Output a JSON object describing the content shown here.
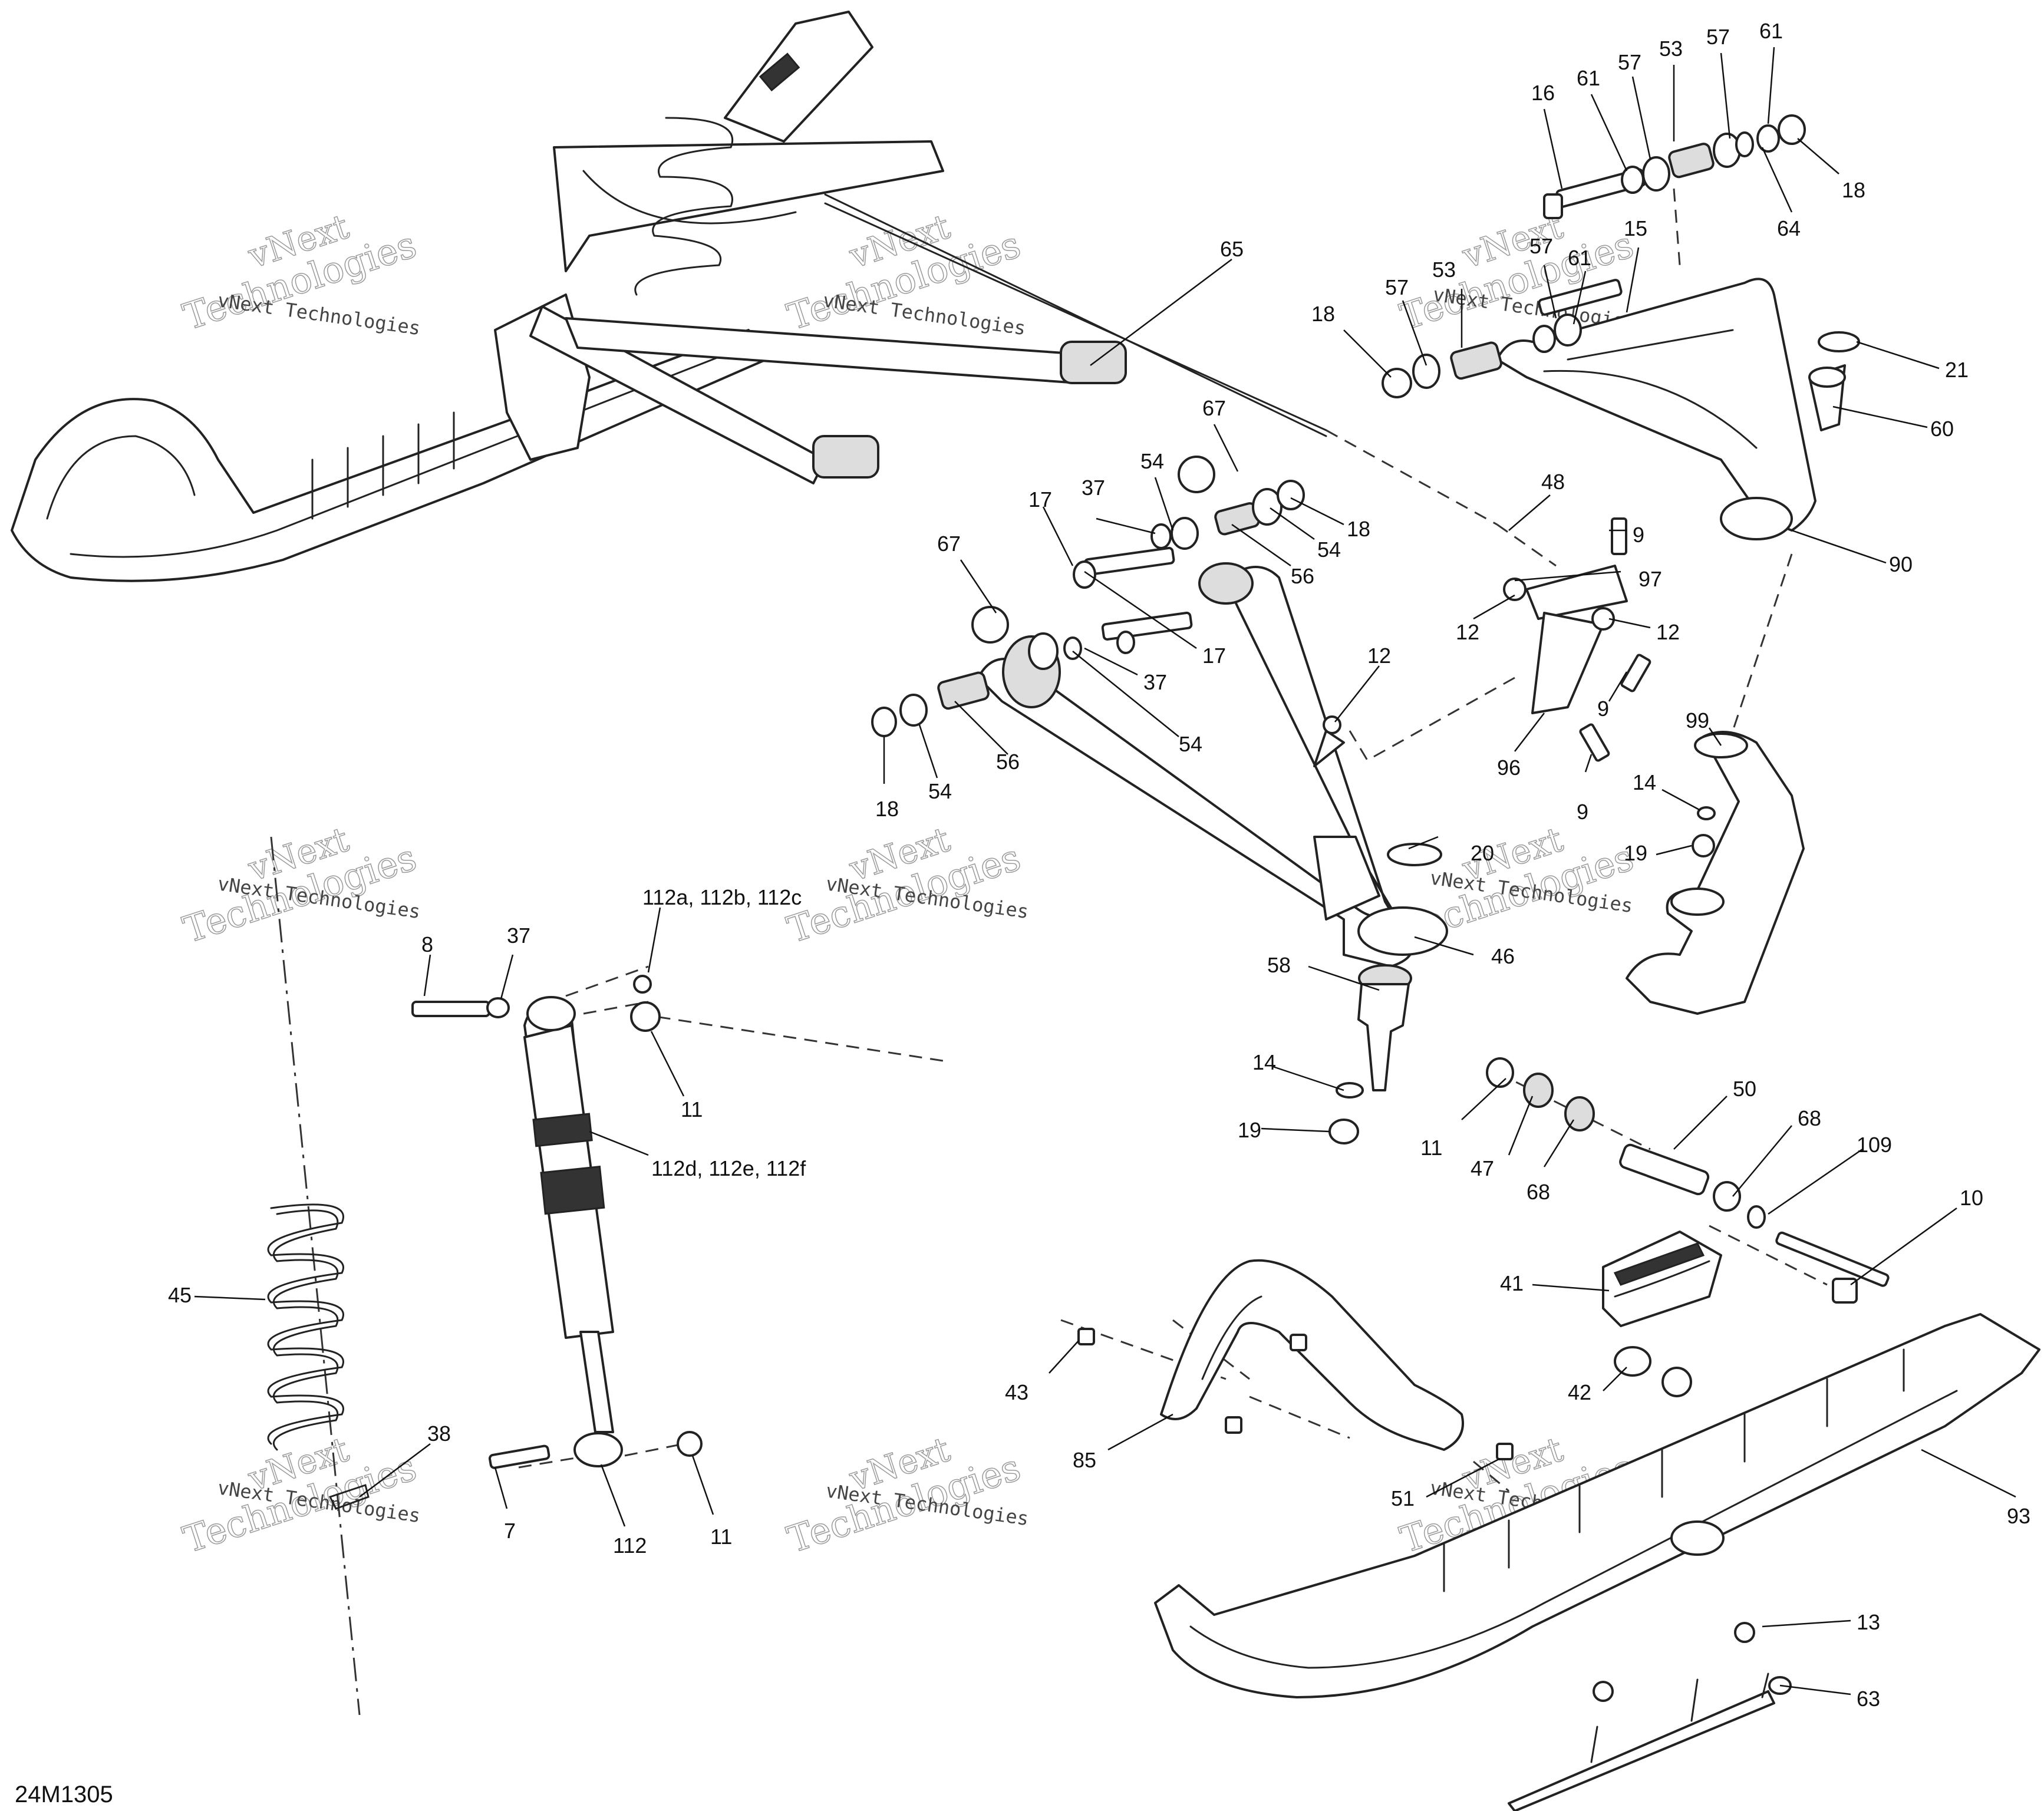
{
  "diagram": {
    "reference_code": "24M1305",
    "watermark": {
      "line1": "vNext",
      "line2": "Technologies",
      "small": "vNext Technologies"
    },
    "callouts": {
      "c1": "16",
      "c2": "61",
      "c3": "57",
      "c4": "53",
      "c5": "57",
      "c6": "61",
      "c7": "18",
      "c8": "64",
      "c9": "65",
      "c10": "57",
      "c11": "53",
      "c12": "61",
      "c13": "15",
      "c14": "18",
      "c15": "57",
      "c16": "21",
      "c17": "60",
      "c18": "67",
      "c19": "54",
      "c20": "37",
      "c21": "17",
      "c22": "18",
      "c23": "54",
      "c24": "56",
      "c25": "48",
      "c26": "9",
      "c27": "90",
      "c28": "67",
      "c29": "17",
      "c30": "37",
      "c31": "97",
      "c32": "12",
      "c33": "12",
      "c34": "12",
      "c35": "9",
      "c36": "54",
      "c37": "56",
      "c38": "54",
      "c39": "18",
      "c40": "96",
      "c41": "9",
      "c42": "99",
      "c43": "14",
      "c44": "19",
      "c45": "20",
      "c46": "112a, 112b, 112c",
      "c47": "8",
      "c48": "37",
      "c49": "11",
      "c50": "46",
      "c51": "58",
      "c52": "14",
      "c53": "19",
      "c54": "112d, 112e, 112f",
      "c55": "50",
      "c56": "68",
      "c57": "109",
      "c58": "11",
      "c59": "47",
      "c60": "68",
      "c61": "10",
      "c62": "45",
      "c63": "41",
      "c64": "43",
      "c65": "42",
      "c66": "38",
      "c67": "85",
      "c68": "7",
      "c69": "112",
      "c70": "11",
      "c71": "51",
      "c72": "93",
      "c73": "13",
      "c74": "63"
    }
  }
}
